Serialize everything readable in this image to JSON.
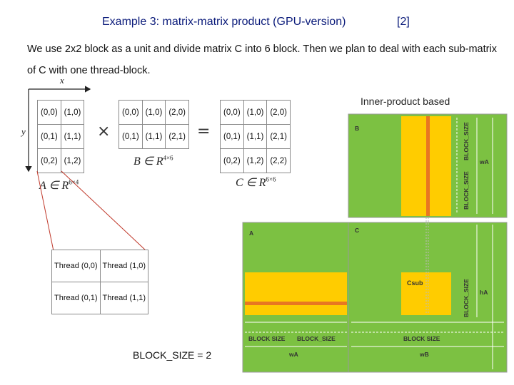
{
  "title": {
    "main": "Example 3: matrix-matrix product (GPU-version)",
    "ref": "[2]"
  },
  "intro": "We use 2x2 block as a unit and divide matrix C into 6 block. Then we plan to deal with each sub-matrix of C with one thread-block.",
  "axes": {
    "x": "x",
    "y": "y"
  },
  "matrixA": {
    "rows": [
      [
        "(0,0)",
        "(1,0)"
      ],
      [
        "(0,1)",
        "(1,1)"
      ],
      [
        "(0,2)",
        "(1,2)"
      ]
    ],
    "label": "A ∈ R",
    "sup": "6×4"
  },
  "matrixB": {
    "rows": [
      [
        "(0,0)",
        "(1,0)",
        "(2,0)"
      ],
      [
        "(0,1)",
        "(1,1)",
        "(2,1)"
      ]
    ],
    "label": "B ∈ R",
    "sup": "4×6"
  },
  "matrixC": {
    "rows": [
      [
        "(0,0)",
        "(1,0)",
        "(2,0)"
      ],
      [
        "(0,1)",
        "(1,1)",
        "(2,1)"
      ],
      [
        "(0,2)",
        "(1,2)",
        "(2,2)"
      ]
    ],
    "label": "C ∈ R",
    "sup": "6×6"
  },
  "operators": {
    "times": "×",
    "equals": "="
  },
  "threads": {
    "rows": [
      [
        "Thread (0,0)",
        "Thread (1,0)"
      ],
      [
        "Thread (0,1)",
        "Thread (1,1)"
      ]
    ]
  },
  "block_size_note": "BLOCK_SIZE = 2",
  "inner_product": "Inner-product based",
  "diagram": {
    "B": "B",
    "A": "A",
    "C": "C",
    "csub": "Csub",
    "block_size": "BLOCK_SIZE",
    "block_size_spaced": "BLOCK SIZE",
    "wA": "wA",
    "wB": "wB",
    "hA": "hA",
    "colors": {
      "green": "#7cc142",
      "yellow": "#ffcc00",
      "orange": "#e87722"
    }
  }
}
